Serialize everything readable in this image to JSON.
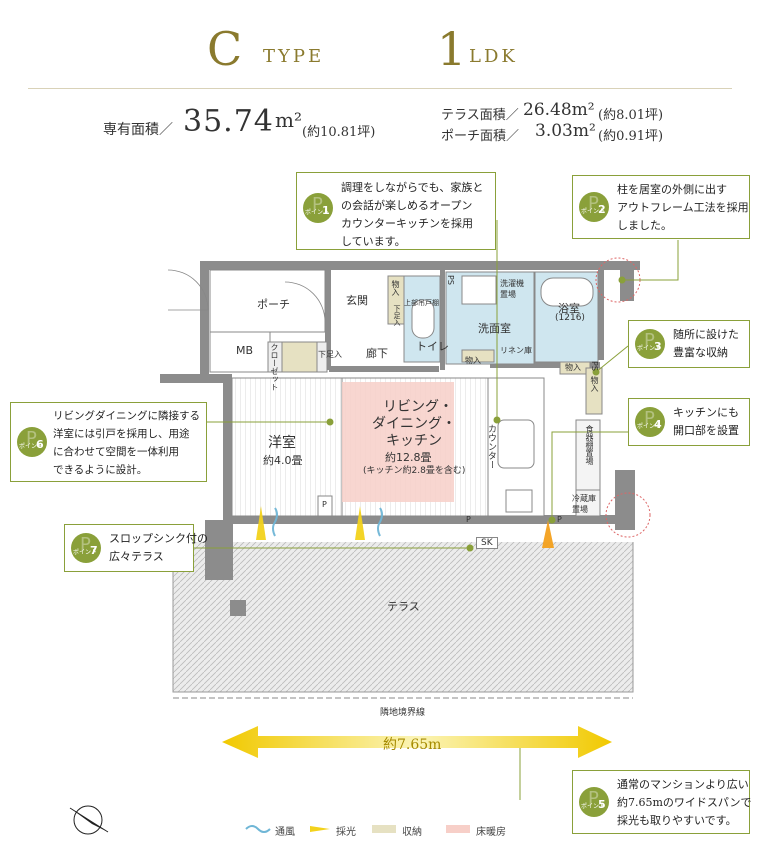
{
  "header": {
    "type_letter": "C",
    "type_word": "TYPE",
    "layout_num": "1",
    "layout_word": "LDK"
  },
  "areas": {
    "exclusive_label": "専有面積／",
    "exclusive_value": "35.74",
    "exclusive_unit": "m²",
    "exclusive_tsubo": "(約10.81坪)",
    "terrace_label": "テラス面積／",
    "terrace_value": "26.48m²",
    "terrace_tsubo": "(約8.01坪)",
    "porch_label": "ポーチ面積／",
    "porch_value": "3.03m²",
    "porch_tsubo": "(約0.91坪)"
  },
  "points": [
    {
      "num": "1",
      "lines": [
        "調理をしながらでも、家族と",
        "の会話が楽しめるオープン",
        "カウンターキッチンを採用",
        "しています。"
      ]
    },
    {
      "num": "2",
      "lines": [
        "柱を居室の外側に出す",
        "アウトフレーム工法を採用",
        "しました。"
      ]
    },
    {
      "num": "3",
      "lines": [
        "随所に設けた",
        "豊富な収納"
      ]
    },
    {
      "num": "4",
      "lines": [
        "キッチンにも",
        "開口部を設置"
      ]
    },
    {
      "num": "5",
      "lines": [
        "通常のマンションより広い",
        "約7.65mのワイドスパンで",
        "採光も取りやすいです。"
      ]
    },
    {
      "num": "6",
      "lines": [
        "リビングダイニングに隣接する",
        "洋室には引戸を採用し、用途",
        "に合わせて空間を一体利用",
        "できるように設計。"
      ]
    },
    {
      "num": "7",
      "lines": [
        "スロップシンク付の",
        "広々テラス"
      ]
    }
  ],
  "badge_text": "ポイント",
  "rooms": {
    "porch": "ポーチ",
    "entrance": "玄関",
    "mb": "MB",
    "closet": "クローゼット",
    "shoe": "下足入",
    "storage": "物入",
    "shoe_upper": "上部吊戸棚",
    "ps": "PS",
    "toilet": "トイレ",
    "hall": "廊下",
    "washer": "洗濯機置場",
    "washroom": "洗面室",
    "linen": "リネン庫",
    "bath": "浴室",
    "bath_size": "(1216)",
    "western": "洋室",
    "western_size": "約4.0畳",
    "ldk_l1": "リビング・",
    "ldk_l2": "ダイニング・",
    "ldk_l3": "キッチン",
    "ldk_size": "約12.8畳",
    "ldk_note": "(キッチン約2.8畳を含む)",
    "counter": "カウンター",
    "pantry": "食器棚置場",
    "fridge": "冷蔵庫置場",
    "p": "P",
    "sk": "SK",
    "terrace": "テラス",
    "boundary": "隣地境界線"
  },
  "span": "約7.65m",
  "legend": [
    "通風",
    "採光",
    "収納",
    "床暖房"
  ],
  "colors": {
    "accent": "#8aa03a",
    "gold": "#8a7a2e",
    "wall": "#8c8c8c",
    "water": "#cfe6ef",
    "storage": "#e6e1c2",
    "floorheat": "#f7cfc8",
    "arrow": "#f3d21c"
  }
}
